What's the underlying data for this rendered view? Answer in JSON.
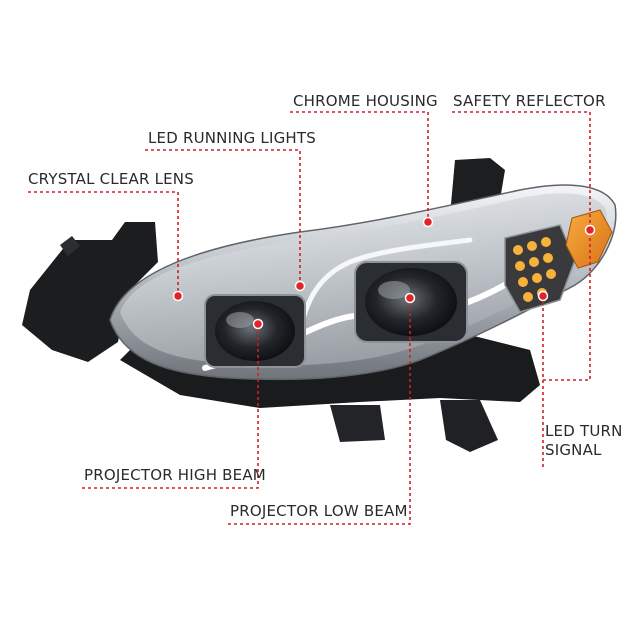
{
  "colors": {
    "leader_line": "#d11f26",
    "marker_dot": "#e0242b",
    "label_text": "#2a2a2a",
    "chrome": "#c9ced3",
    "housing_black": "#1b1c1e",
    "amber_lens": "#f2901e",
    "led_amber": "#f6b23a"
  },
  "callouts": {
    "chrome_housing": "CHROME HOUSING",
    "safety_reflector": "SAFETY REFLECTOR",
    "led_running_lights": "LED RUNNING LIGHTS",
    "crystal_clear_lens": "CRYSTAL CLEAR LENS",
    "led_turn_signal": "LED TURN\nSIGNAL",
    "projector_high_beam": "PROJECTOR HIGH BEAM",
    "projector_low_beam": "PROJECTOR LOW BEAM"
  }
}
